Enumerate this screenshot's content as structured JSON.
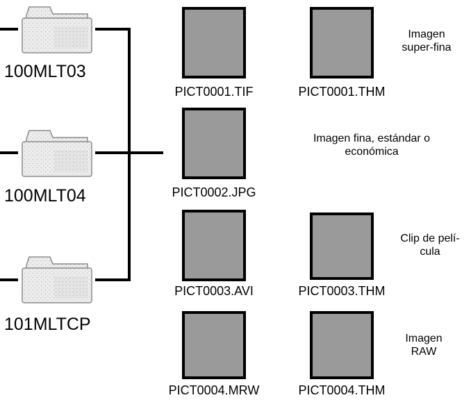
{
  "folders": [
    {
      "label": "100MLT03"
    },
    {
      "label": "100MLT04"
    },
    {
      "label": "101MLTCP"
    }
  ],
  "files": [
    {
      "label": "PICT0001.TIF"
    },
    {
      "label": "PICT0001.THM"
    },
    {
      "label": "PICT0002.JPG"
    },
    {
      "label": "PICT0003.AVI"
    },
    {
      "label": "PICT0003.THM"
    },
    {
      "label": "PICT0004.MRW"
    },
    {
      "label": "PICT0004.THM"
    }
  ],
  "descriptions": [
    {
      "lines": [
        "Imagen",
        "super-fina"
      ]
    },
    {
      "lines": [
        "Imagen fina, estándar o",
        "económica"
      ]
    },
    {
      "lines": [
        "Clip de pelí-",
        "cula"
      ]
    },
    {
      "lines": [
        "Imagen",
        "RAW"
      ]
    }
  ],
  "colors": {
    "thumbnail_fill": "#9a9a9a",
    "folder_fill": "#ececec",
    "line": "#000000"
  },
  "icons": {
    "folder": "folder-icon"
  }
}
